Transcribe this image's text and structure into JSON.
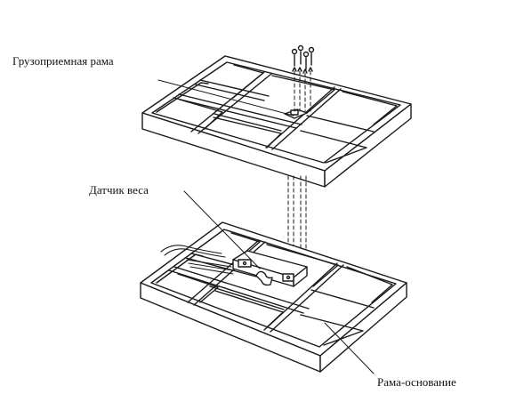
{
  "labels": {
    "top_frame": "Грузоприемная рама",
    "load_cell": "Датчик веса",
    "base_frame": "Рама-основание"
  },
  "colors": {
    "line": "#1a1a1a",
    "fill": "#ffffff"
  }
}
